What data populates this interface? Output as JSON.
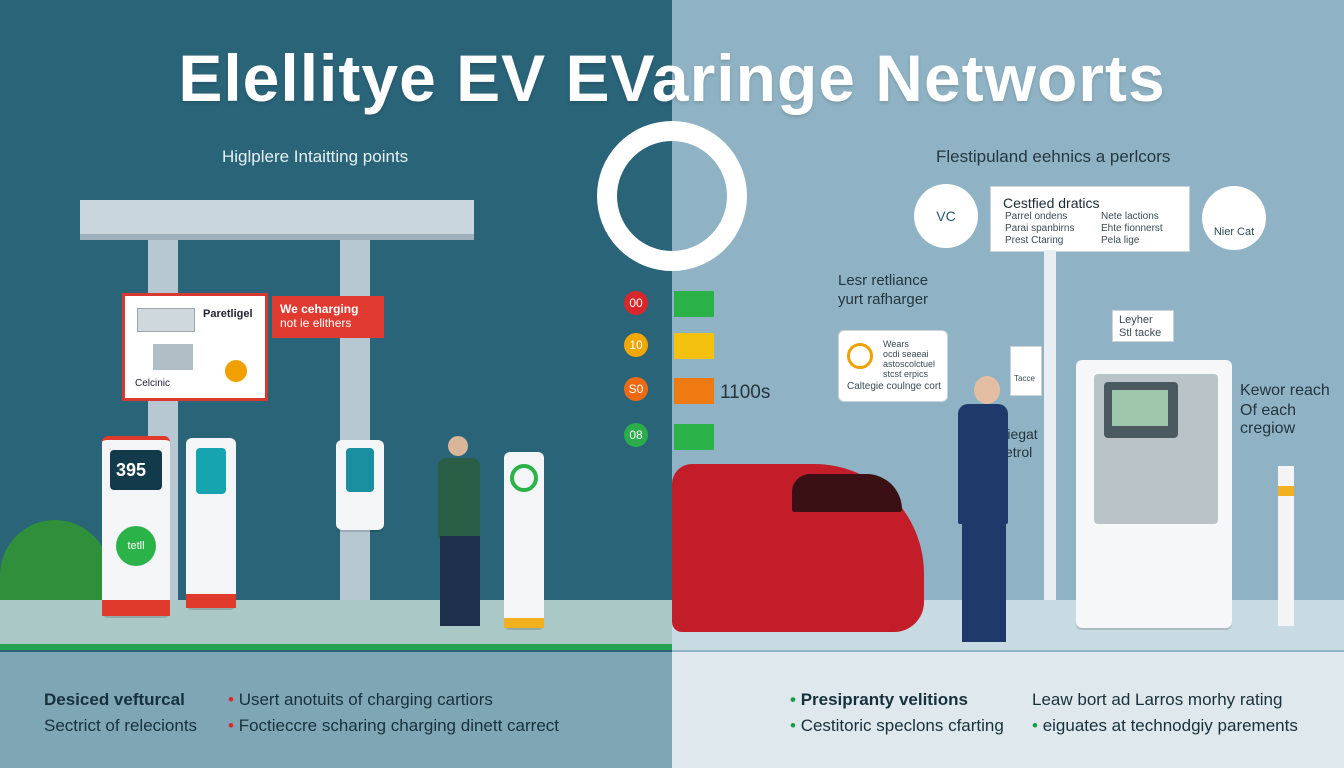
{
  "title": "Elellitye EV EVaringe Networts",
  "left": {
    "subtitle": "Higlplere Intaitting points",
    "sign_label": "Paretligel",
    "sign_sub": "Celcinic",
    "callout_line1": "We ceharging",
    "callout_line2": "not ie elithers",
    "price": "395",
    "charger_badge": "tetll",
    "footer_heading": "Desiced vefturcal",
    "footer_sub": "Sectrict of relecionts",
    "footer_bullet1": "Usert anotuits of charging cartiors",
    "footer_bullet2": "Foctieccre scharing charging dinett carrect"
  },
  "center": {
    "pills": [
      "00",
      "10",
      "S0",
      "08"
    ],
    "pill_colors": [
      "#d9262b",
      "#f2a700",
      "#ee6a12",
      "#2bad4a"
    ],
    "bar_colors": [
      "#2bb34a",
      "#f4c10f",
      "#ef7a12",
      "#2bb34a"
    ],
    "bar_label": "1100s"
  },
  "right": {
    "subtitle": "Flestipuland eehnics a perlcors",
    "heart_label": "VC",
    "cert_title": "Cestfied dratics",
    "cert_rows": [
      [
        "Parrel ondens",
        "Nete lactions"
      ],
      [
        "Parai spanbirns",
        "Ehte fionnerst"
      ],
      [
        "Prest Ctaring",
        "Pela lige"
      ]
    ],
    "icon_label": "Nier Cat",
    "less_label_1": "Lesr retliance",
    "less_label_2": "yurt rafharger",
    "bubble_lines": [
      "Wears",
      "ocdi seaeai",
      "astoscolctuel",
      "stcst erpics"
    ],
    "bubble_caption": "Caltegie coulnge cort",
    "tag_top": "Leyher",
    "tag_bottom": "Stl tacke",
    "tag_small": "Tacce",
    "siegat_1": "Siegat",
    "siegat_2": "Tetrol",
    "reach_1": "Kewor reach",
    "reach_2": "Of each cregiow",
    "footer_heading": "Presipranty velitions",
    "footer_sub": "Cestitoric speclons cfarting",
    "footer_right1": "Leaw bort ad Larros morhy rating",
    "footer_right2": "eiguates at technodgiy parements"
  }
}
